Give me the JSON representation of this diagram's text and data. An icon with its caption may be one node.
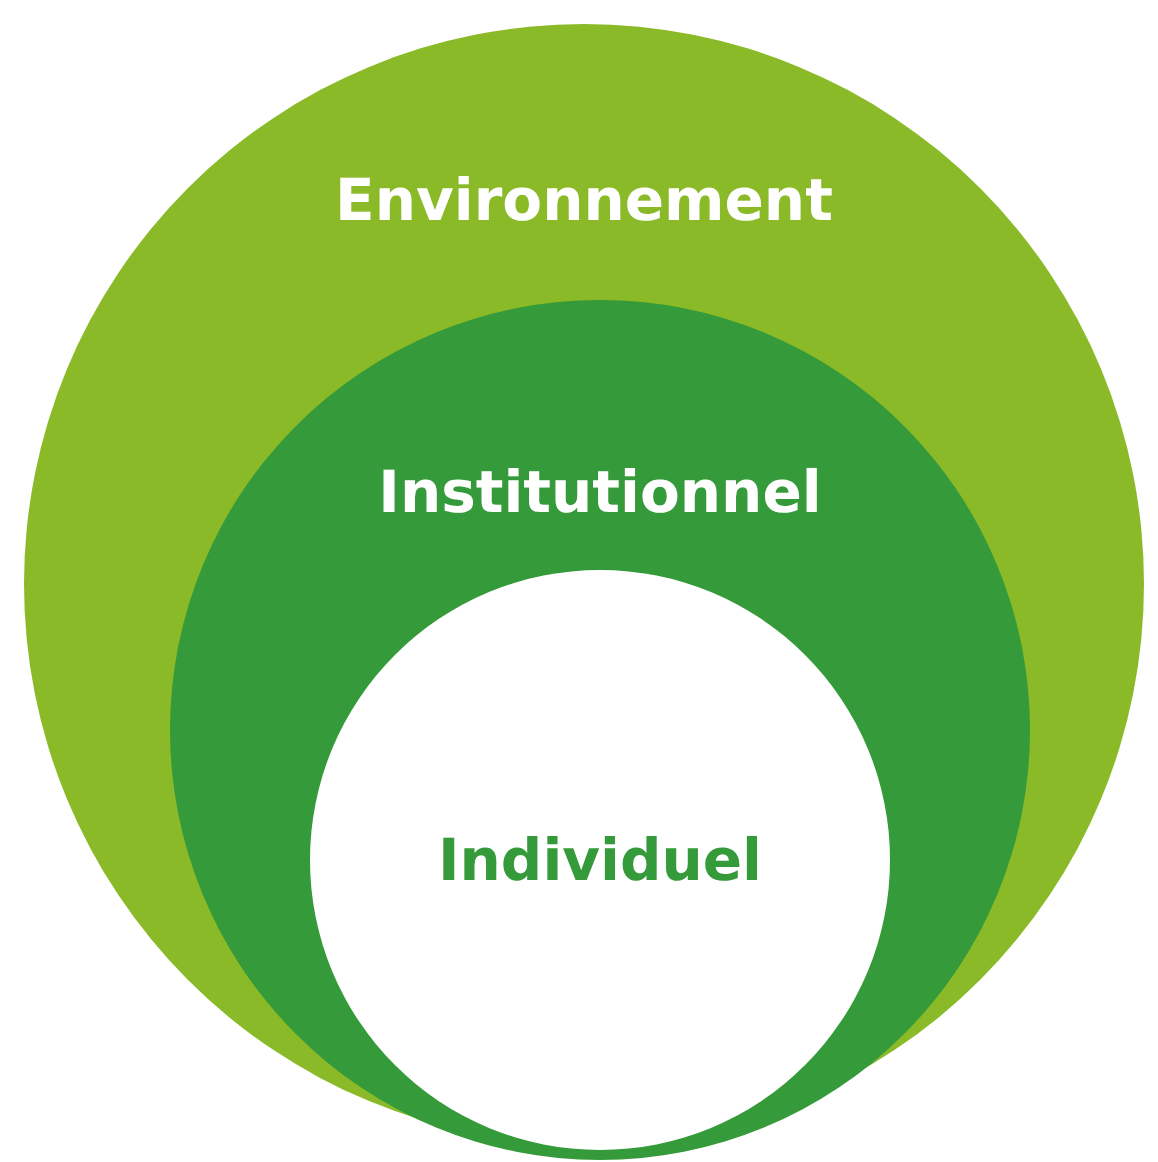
{
  "diagram": {
    "nodes": [
      {
        "text": [
          "Environnement"
        ]
      },
      {
        "text": [
          "Institutionnel"
        ],
        "in": 0
      },
      {
        "text": [
          "Individuel"
        ],
        "in": 1
      }
    ]
  }
}
